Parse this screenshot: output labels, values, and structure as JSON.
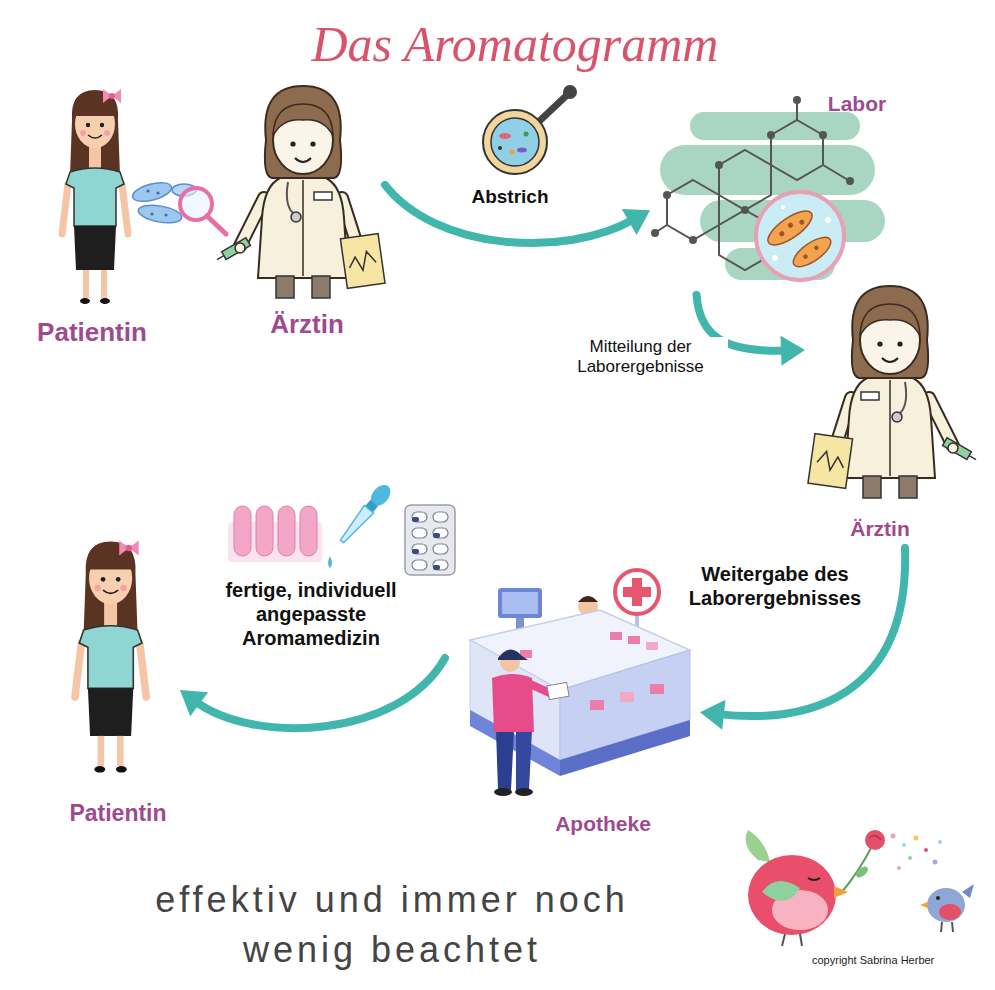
{
  "diagram": {
    "title": "Das Aromatogramm",
    "nodes": [
      {
        "text": [
          "Patientin"
        ]
      },
      {
        "text": [
          "Ärztin"
        ]
      },
      {
        "text": [
          "Labor"
        ]
      },
      {
        "text": [
          "Ärztin"
        ]
      },
      {
        "text": [
          "Apotheke"
        ]
      },
      {
        "text": [
          "Patientin"
        ]
      }
    ],
    "edges": [
      {
        "from": 1,
        "to": 2,
        "arrow": "to",
        "label": "Abstrich"
      },
      {
        "from": 2,
        "to": 3,
        "arrow": "to",
        "label": "Mitteilung der Laborergebnisse"
      },
      {
        "from": 3,
        "to": 4,
        "arrow": "to",
        "label": "Weitergabe des Laborergebnisses"
      },
      {
        "from": 4,
        "to": 5,
        "arrow": "to",
        "label": "fertige, individuell angepasste Aromamedizin"
      }
    ],
    "labels": [
      "effektiv und immer noch wenig beachtet",
      "copyright Sabrina Herber"
    ]
  }
}
